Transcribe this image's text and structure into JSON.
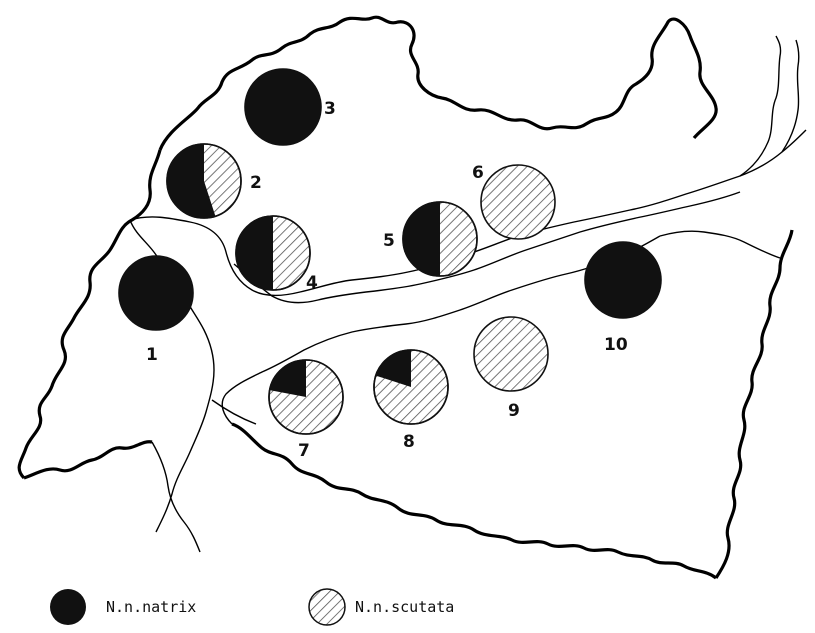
{
  "colors": {
    "natrix": "#111111",
    "scutata_hatch": "#555555",
    "background": "#ffffff",
    "border": "#000000"
  },
  "legend": [
    {
      "key": "natrix",
      "label": "N.n.natrix"
    },
    {
      "key": "scutata",
      "label": "N.n.scutata"
    }
  ],
  "sites": [
    {
      "label": "1",
      "natrix_fraction": 1.0
    },
    {
      "label": "2",
      "natrix_fraction": 0.55
    },
    {
      "label": "3",
      "natrix_fraction": 1.0
    },
    {
      "label": "4",
      "natrix_fraction": 0.5
    },
    {
      "label": "5",
      "natrix_fraction": 0.5
    },
    {
      "label": "6",
      "natrix_fraction": 0.0
    },
    {
      "label": "7",
      "natrix_fraction": 0.22
    },
    {
      "label": "8",
      "natrix_fraction": 0.2
    },
    {
      "label": "9",
      "natrix_fraction": 0.0
    },
    {
      "label": "10",
      "natrix_fraction": 1.0
    }
  ]
}
